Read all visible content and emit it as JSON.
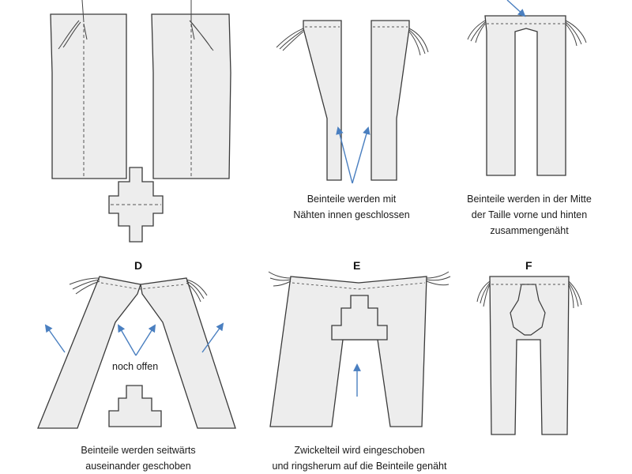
{
  "panels": [
    {
      "id": "A",
      "label": "",
      "caption_lines": []
    },
    {
      "id": "B",
      "label": "",
      "caption_lines": [
        "Beinteile werden mit",
        "Nähten innen geschlossen"
      ]
    },
    {
      "id": "C",
      "label": "",
      "caption_lines": [
        "Beinteile werden in der Mitte",
        "der Taille vorne und hinten",
        "zusammengenäht"
      ]
    },
    {
      "id": "D",
      "label": "D",
      "caption_lines": [
        "Beinteile werden seitwärts",
        "auseinander geschoben"
      ],
      "note": "noch offen"
    },
    {
      "id": "E",
      "label": "E",
      "caption_lines": [
        "Zwickelteil wird eingeschoben",
        "und ringsherum auf die Beinteile genäht"
      ]
    },
    {
      "id": "F",
      "label": "F",
      "caption_lines": []
    }
  ],
  "colors": {
    "outline": "#3a3a3a",
    "fabric": "#ededed",
    "arrow": "#4a7fc0",
    "seam": "#555555"
  }
}
